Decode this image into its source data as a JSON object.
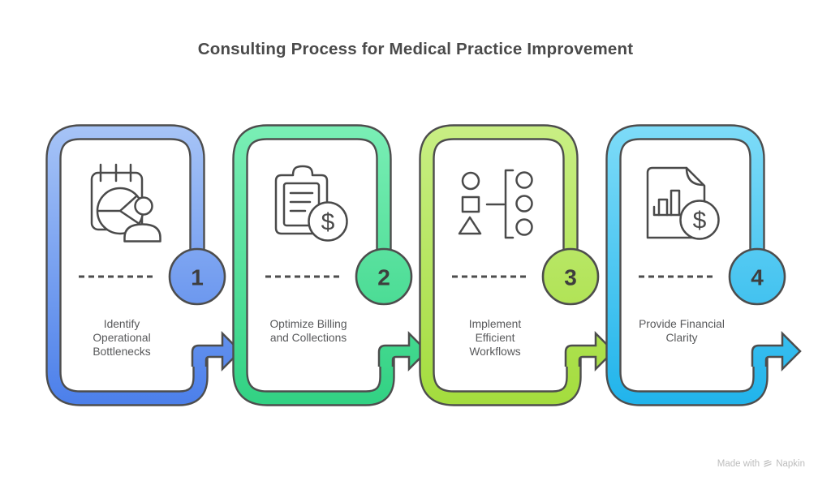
{
  "title": "Consulting Process for Medical Practice Improvement",
  "steps": [
    {
      "number": "1",
      "label_lines": [
        "Identify",
        "Operational",
        "Bottlenecks"
      ],
      "icon": "operations-analytics-person-icon",
      "color_top": "#A8C5F7",
      "color_bottom": "#4A7EEA"
    },
    {
      "number": "2",
      "label_lines": [
        "Optimize Billing",
        "and Collections"
      ],
      "icon": "billing-clipboard-dollar-icon",
      "color_top": "#7BEFB6",
      "color_bottom": "#30D182"
    },
    {
      "number": "3",
      "label_lines": [
        "Implement",
        "Efficient",
        "Workflows"
      ],
      "icon": "workflow-sorting-icon",
      "color_top": "#C9EF85",
      "color_bottom": "#A3DC3C"
    },
    {
      "number": "4",
      "label_lines": [
        "Provide Financial",
        "Clarity"
      ],
      "icon": "financial-report-dollar-icon",
      "color_top": "#7FDCF8",
      "color_bottom": "#1FB3EB"
    }
  ],
  "icon_glyphs": {
    "dollar_symbol": "$"
  },
  "theme": {
    "outline_color": "#4D4D4D",
    "title_color": "#4A4A4A",
    "label_color": "#58595B",
    "number_color": "#3E3E3E",
    "background": "#FFFFFF"
  },
  "watermark": {
    "prefix": "Made with",
    "brand": "Napkin"
  }
}
